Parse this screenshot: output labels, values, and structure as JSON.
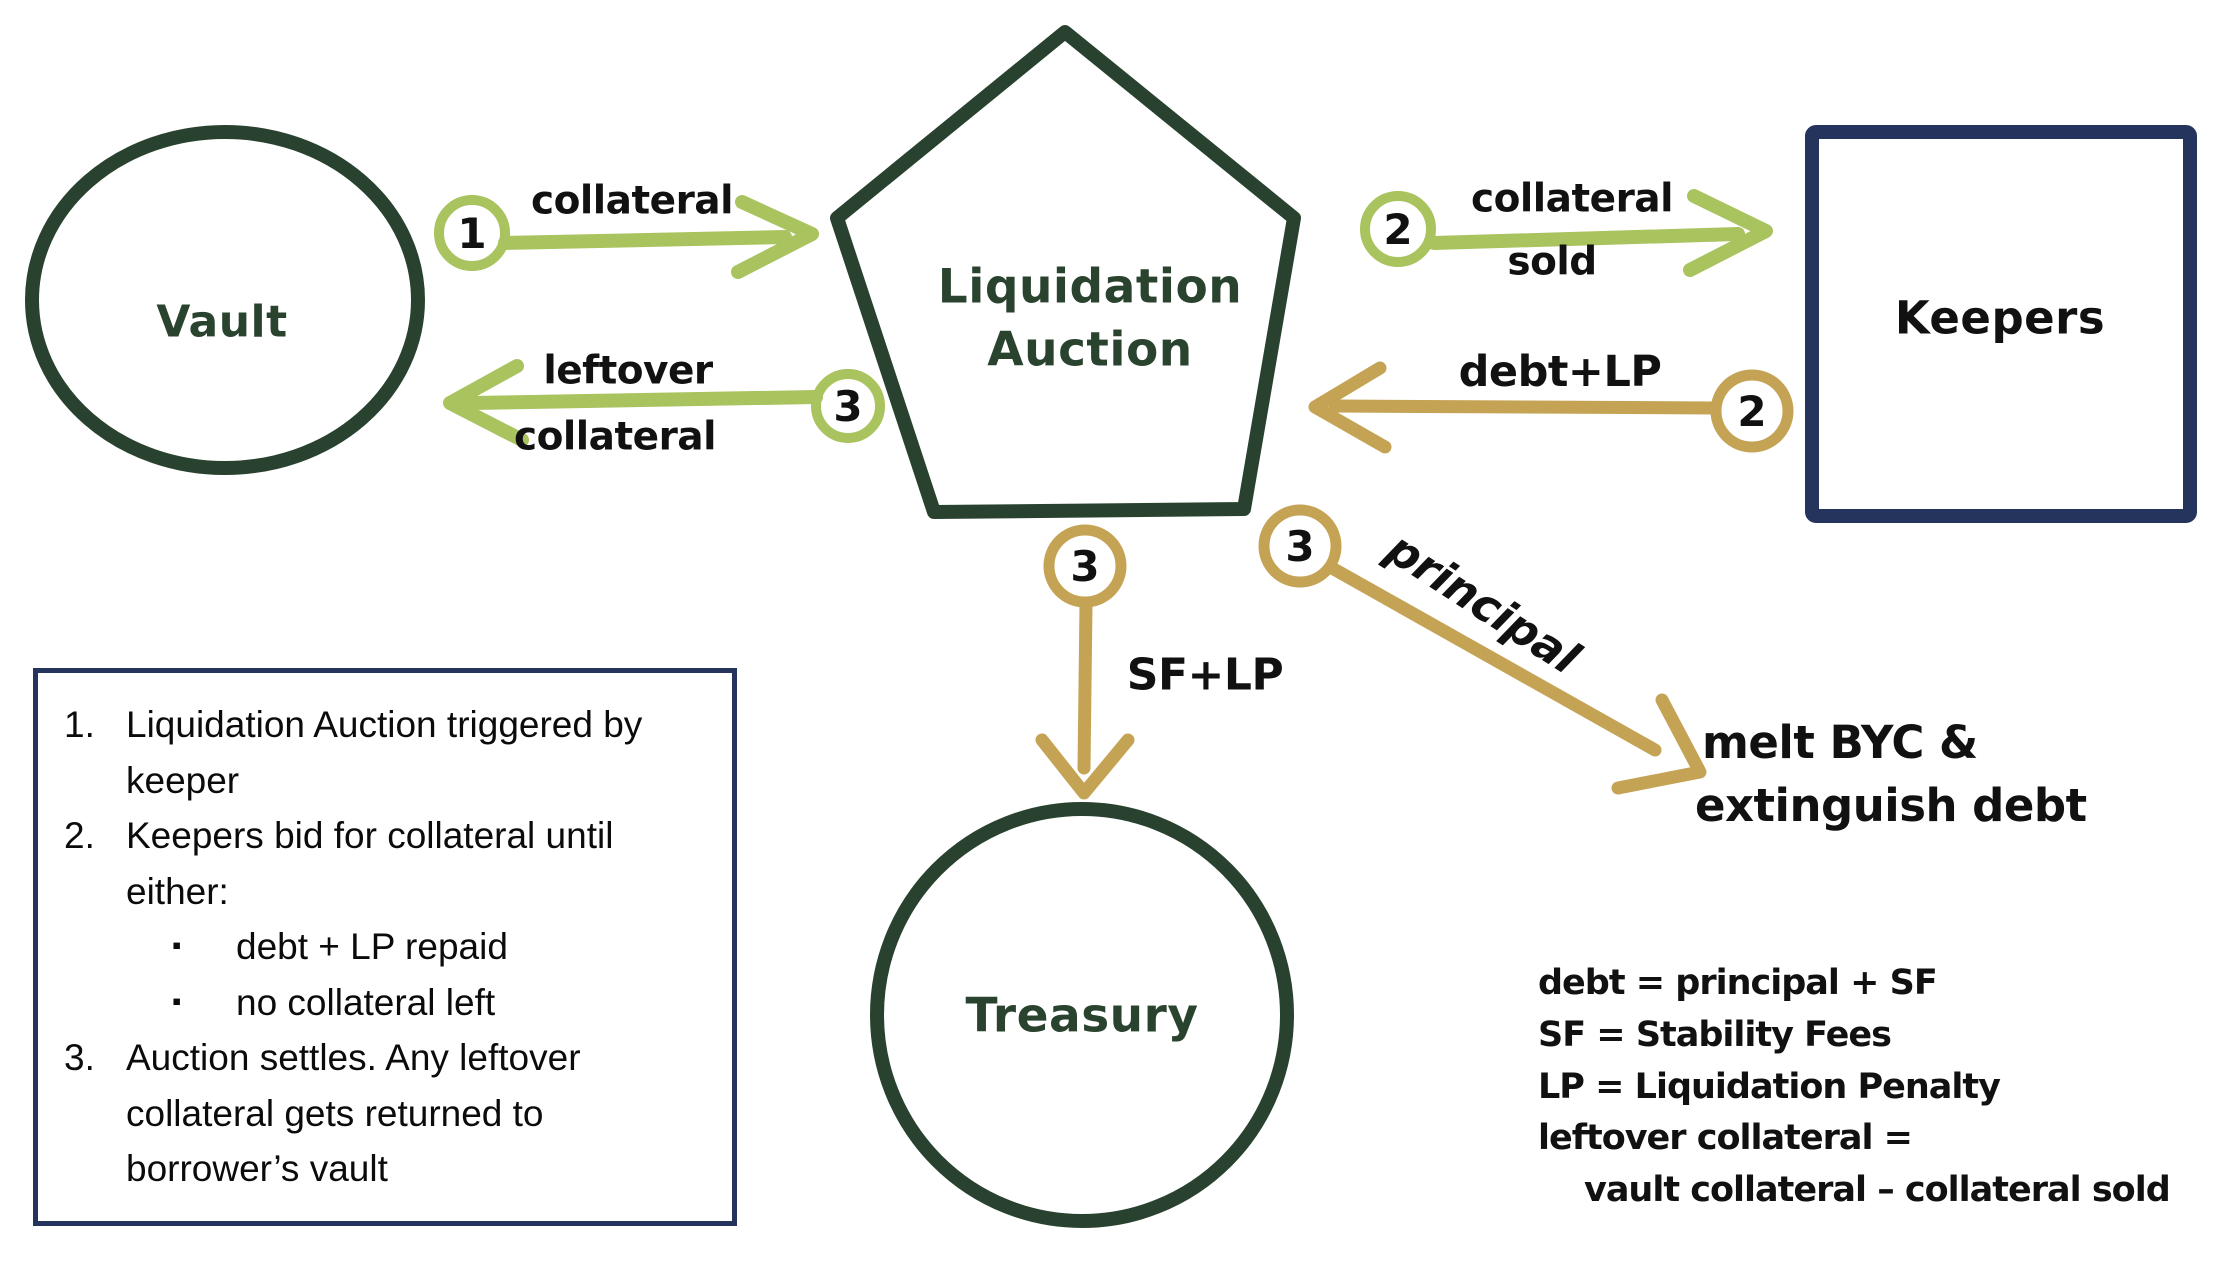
{
  "colors": {
    "dark_green": "#29422f",
    "light_green": "#a9c35e",
    "gold": "#c5a355",
    "navy": "#25345c",
    "ink": "#111111"
  },
  "nodes": {
    "vault": "Vault",
    "auction_line1": "Liquidation",
    "auction_line2": "Auction",
    "keepers": "Keepers",
    "treasury": "Treasury"
  },
  "flows": {
    "collateral": {
      "step": "1",
      "label": "collateral"
    },
    "collateral_sold": {
      "step": "2",
      "label_line1": "collateral",
      "label_line2": "sold"
    },
    "leftover_collateral": {
      "step": "3",
      "label_line1": "leftover",
      "label_line2": "collateral"
    },
    "debt_lp": {
      "step": "2",
      "label": "debt+LP"
    },
    "sf_lp": {
      "step": "3",
      "label": "SF+LP"
    },
    "principal": {
      "step": "3",
      "label": "principal"
    },
    "melt_line1": "melt BYC &",
    "melt_line2": "extinguish debt"
  },
  "legend": {
    "items": [
      {
        "number": "1.",
        "text": "Liquidation Auction triggered by keeper"
      },
      {
        "number": "2.",
        "text": "Keepers bid for collateral until either:"
      },
      {
        "number": "3.",
        "text": "Auction settles. Any leftover collateral gets returned to borrower’s vault"
      }
    ],
    "bullet": "▪",
    "sub_bullets": [
      "debt + LP repaid",
      "no collateral left"
    ]
  },
  "definitions": {
    "line1": "debt = principal + SF",
    "line2": "SF = Stability Fees",
    "line3": "LP = Liquidation Penalty",
    "line4": "leftover collateral =",
    "line5": "vault collateral – collateral sold"
  }
}
